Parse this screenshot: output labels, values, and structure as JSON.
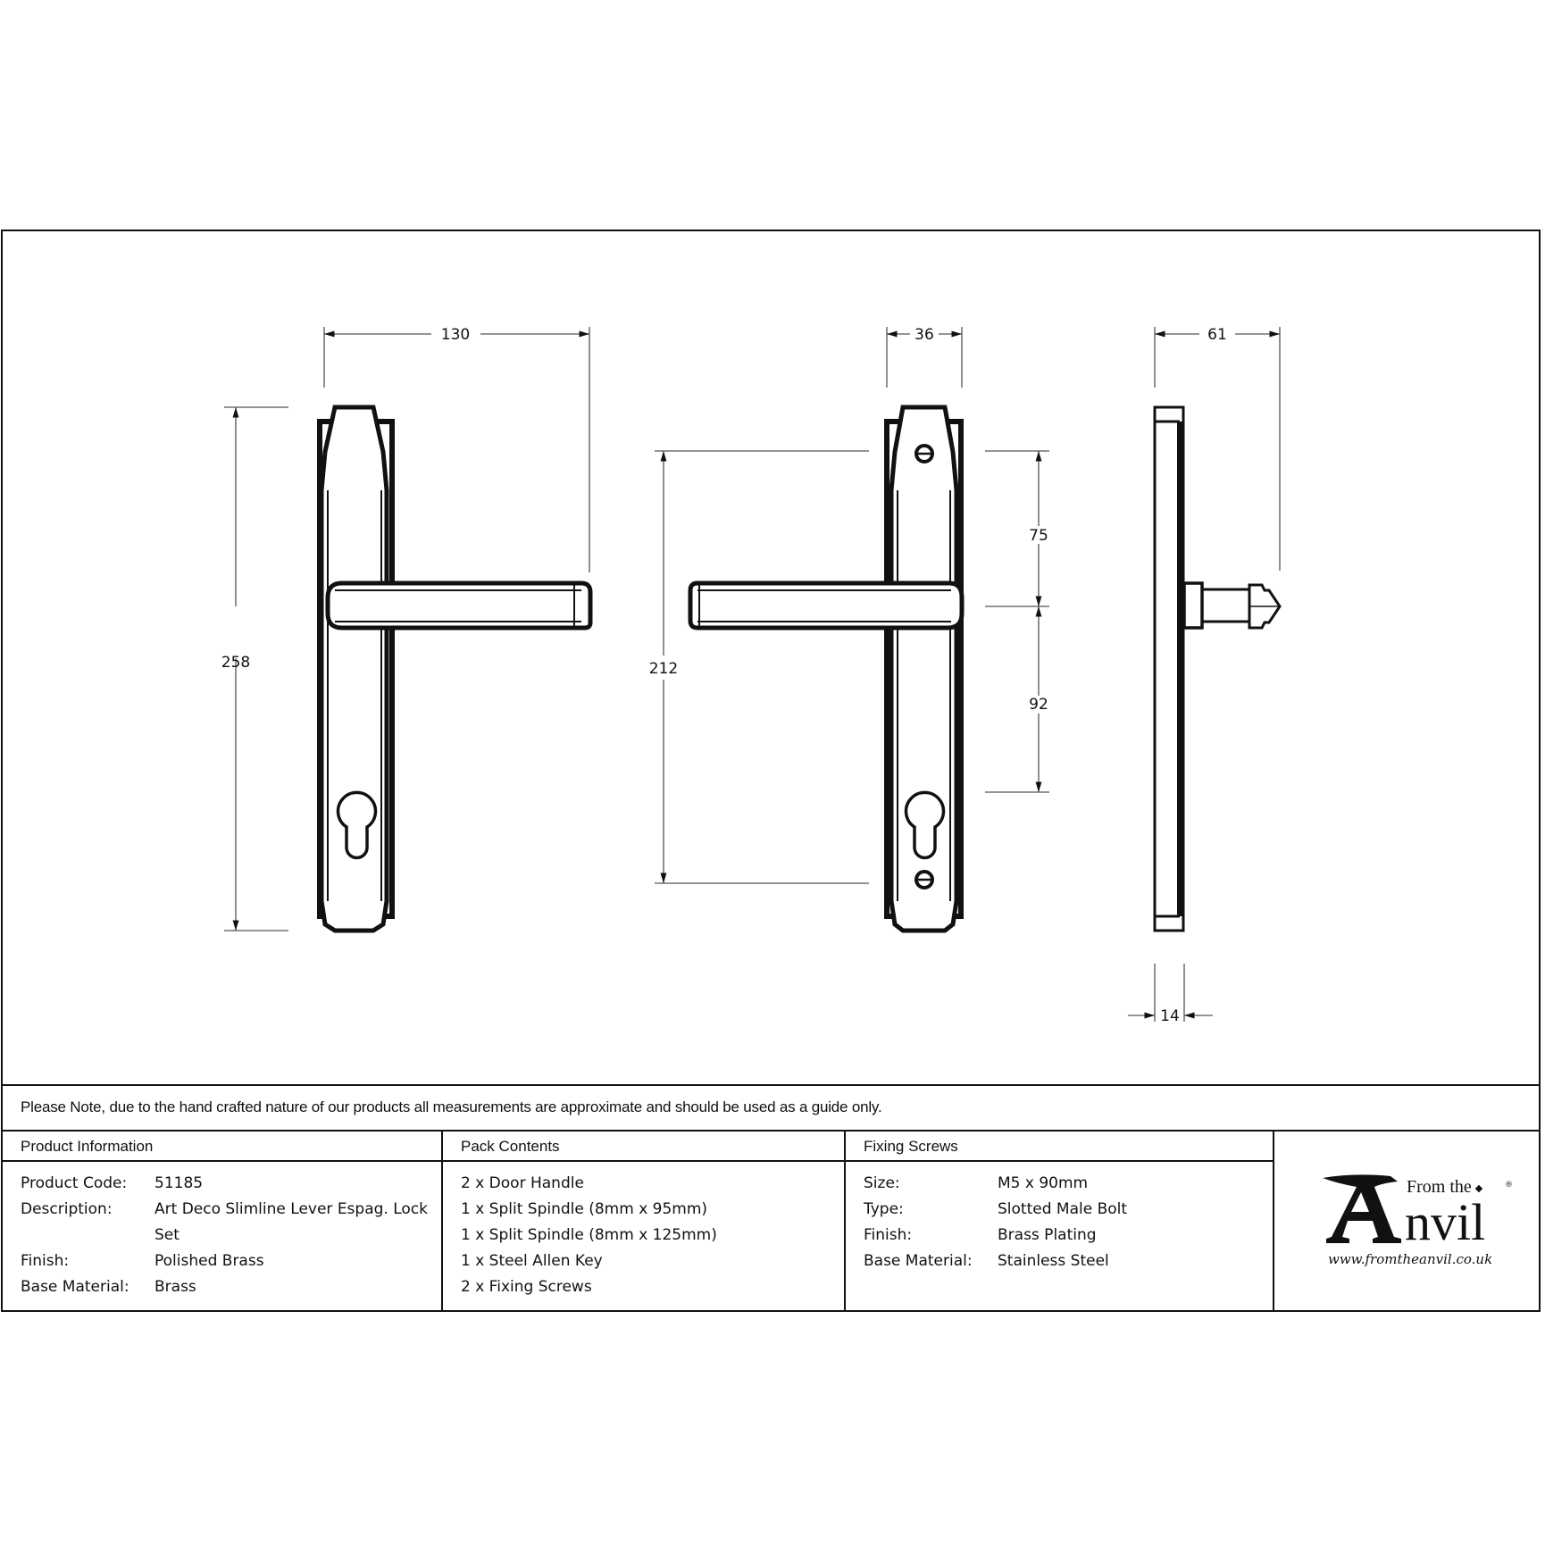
{
  "drawing": {
    "dimensions": {
      "front_width": "130",
      "front_height": "258",
      "back_plate_width": "36",
      "back_fixing_centres": "212",
      "back_spindle_to_top_screw": "75",
      "back_spindle_to_cylinder": "92",
      "side_projection": "61",
      "side_plate_depth": "14"
    }
  },
  "note": "Please Note, due to the hand crafted nature of our products all measurements are approximate and should be used as a guide only.",
  "product_info": {
    "heading": "Product Information",
    "rows": [
      {
        "label": "Product Code:",
        "value": "51185"
      },
      {
        "label": "Description:",
        "value": "Art Deco Slimline Lever Espag. Lock Set"
      },
      {
        "label": "Finish:",
        "value": "Polished Brass"
      },
      {
        "label": "Base Material:",
        "value": "Brass"
      }
    ]
  },
  "pack_contents": {
    "heading": "Pack Contents",
    "items": [
      "2 x Door Handle",
      "1 x Split Spindle (8mm x 95mm)",
      "1 x Split Spindle (8mm x 125mm)",
      "1 x Steel Allen Key",
      "2 x Fixing Screws"
    ]
  },
  "fixing_screws": {
    "heading": "Fixing Screws",
    "rows": [
      {
        "label": "Size:",
        "value": "M5 x 90mm"
      },
      {
        "label": "Type:",
        "value": "Slotted Male Bolt"
      },
      {
        "label": "Finish:",
        "value": "Brass Plating"
      },
      {
        "label": "Base Material:",
        "value": "Stainless Steel"
      }
    ]
  },
  "logo": {
    "from_the": "From the",
    "brand": "nvil",
    "brand_initial": "A",
    "registered": "®",
    "url": "www.fromtheanvil.co.uk"
  },
  "colors": {
    "ink": "#111111",
    "dim_line": "#555555",
    "paper": "#ffffff"
  }
}
